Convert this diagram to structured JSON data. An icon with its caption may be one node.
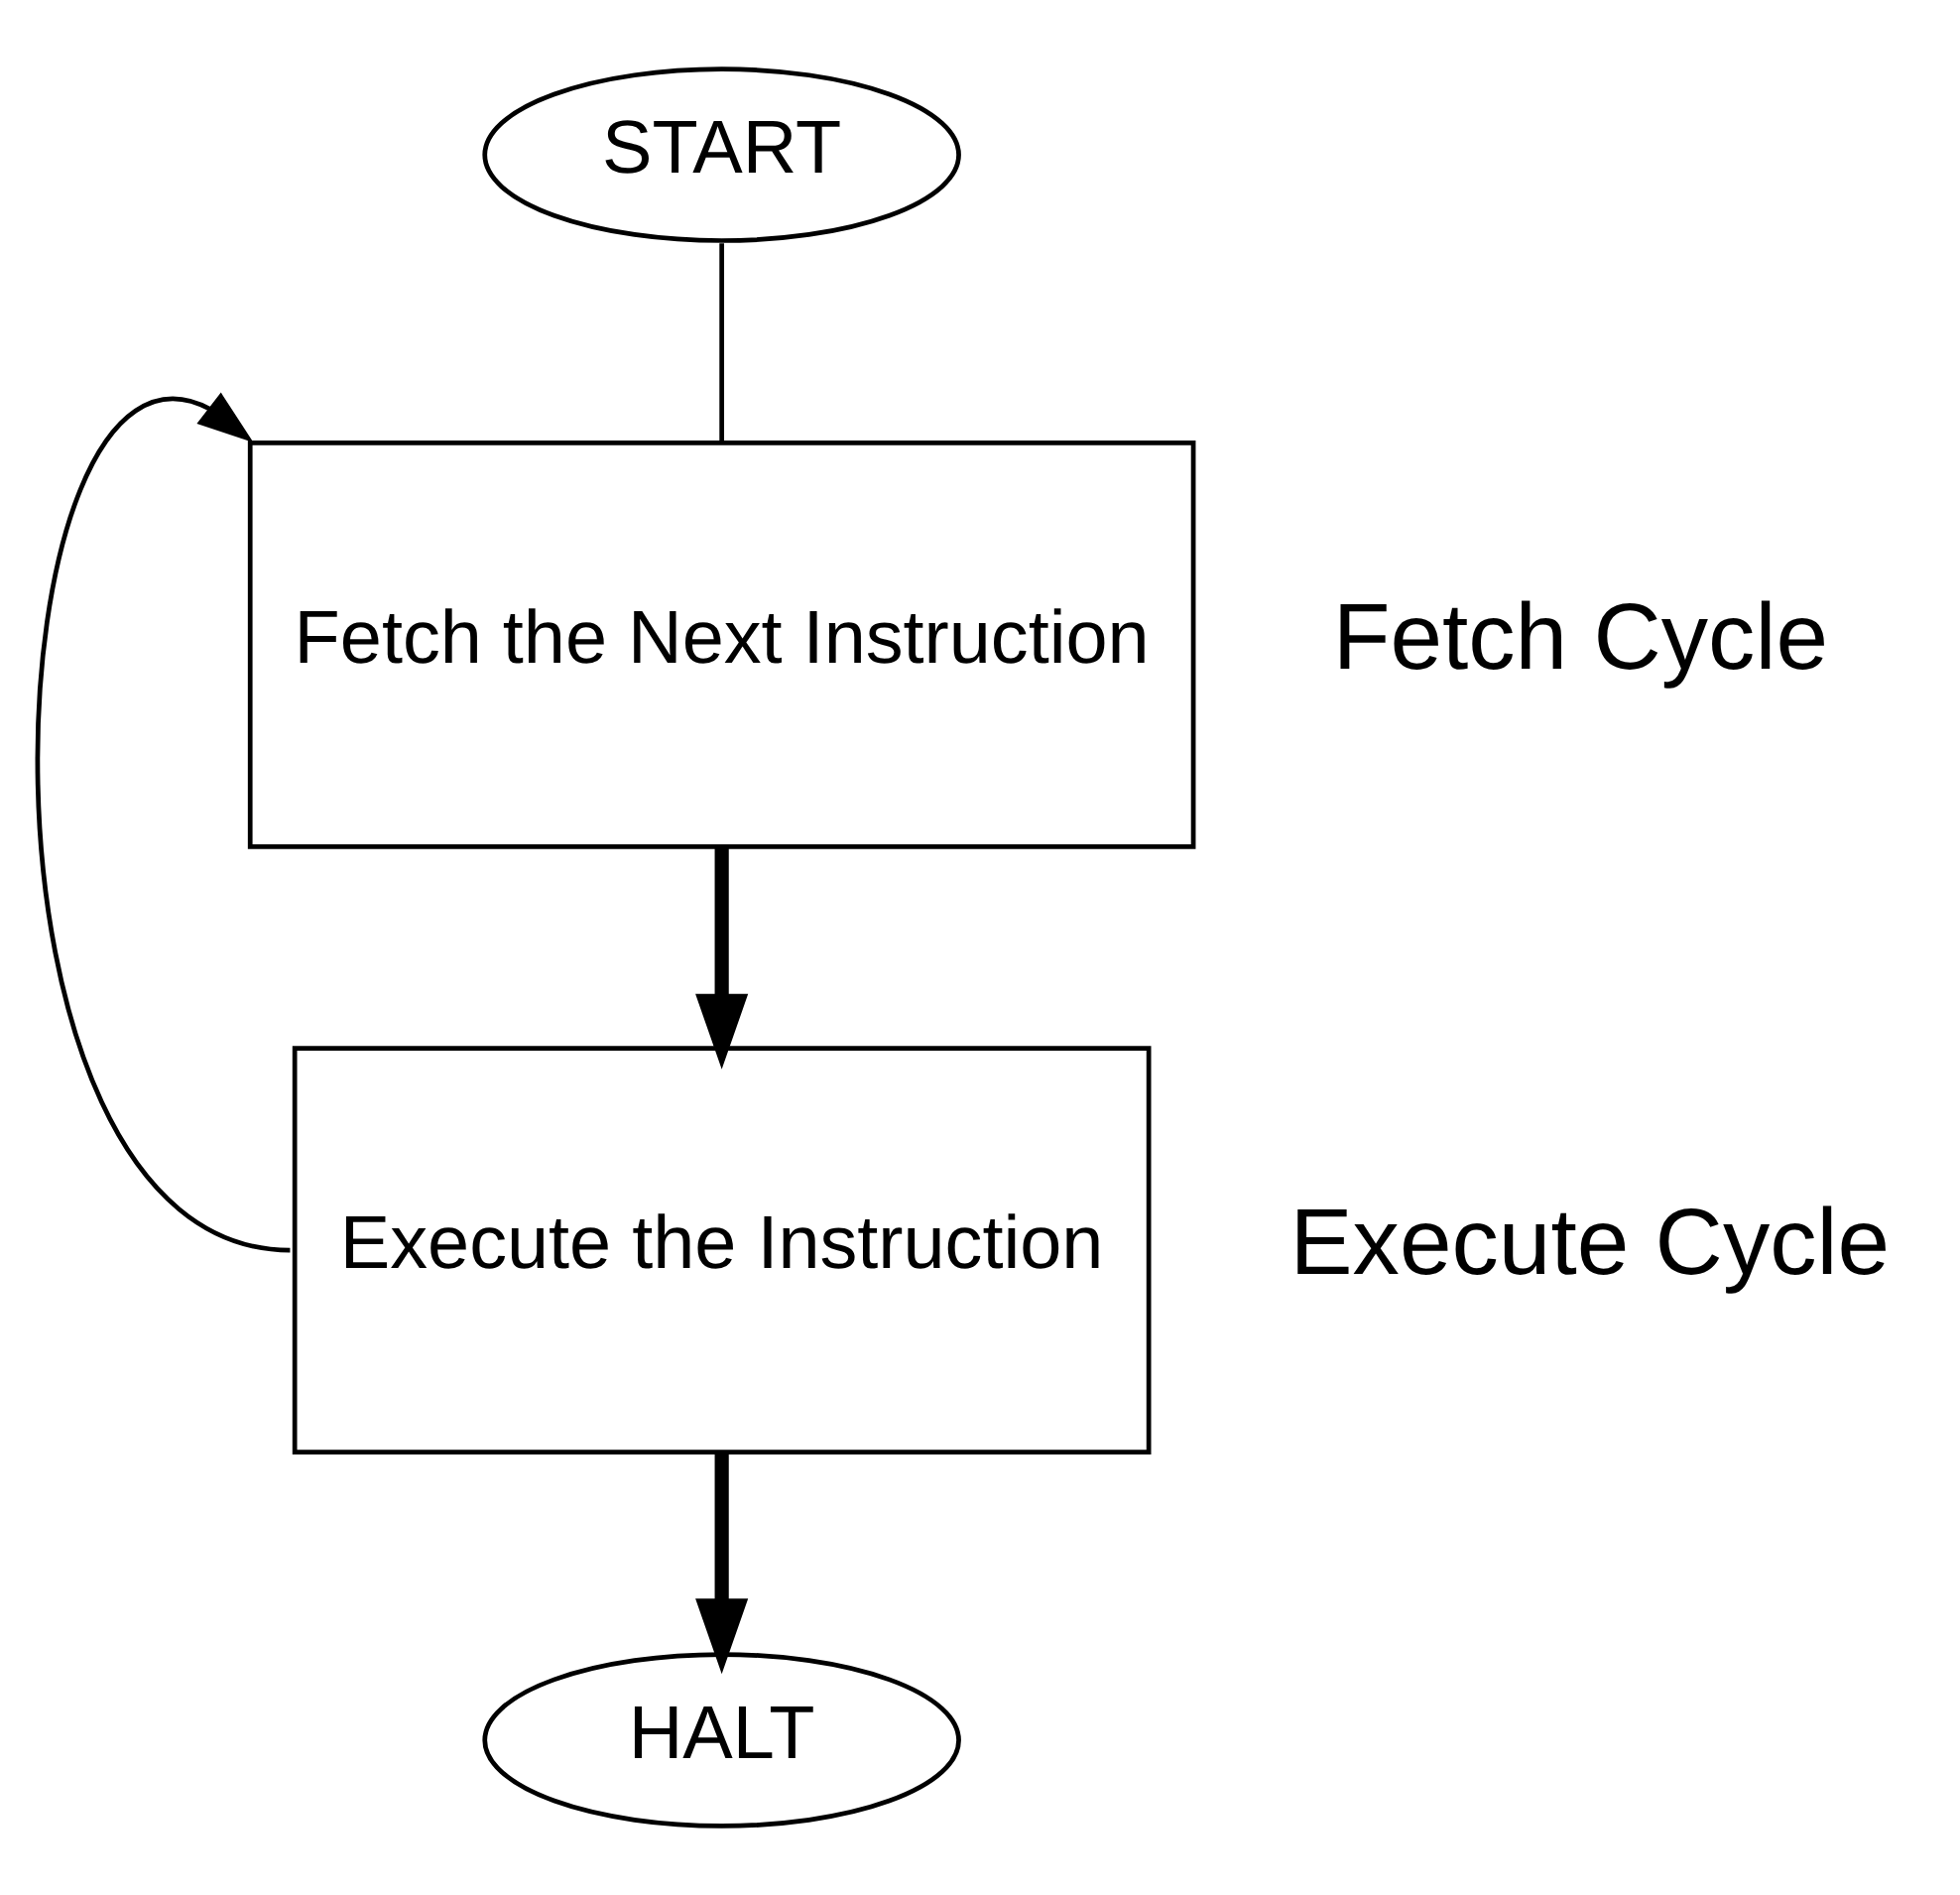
{
  "diagram": {
    "nodes": [
      {
        "text": [
          "START"
        ]
      },
      {
        "text": [
          "Fetch the Next Instruction"
        ],
        "beside": [
          "Fetch Cycle"
        ]
      },
      {
        "text": [
          "Execute the Instruction"
        ],
        "beside": [
          "Execute Cycle"
        ]
      },
      {
        "text": [
          "HALT"
        ]
      }
    ],
    "edges": [
      {
        "from": 0,
        "to": 1,
        "arrow": "none"
      },
      {
        "from": 1,
        "to": 2,
        "arrow": "to",
        "style": "thick"
      },
      {
        "from": 2,
        "to": 1,
        "arrow": "to"
      },
      {
        "from": 2,
        "to": 3,
        "arrow": "to",
        "style": "thick"
      }
    ]
  }
}
